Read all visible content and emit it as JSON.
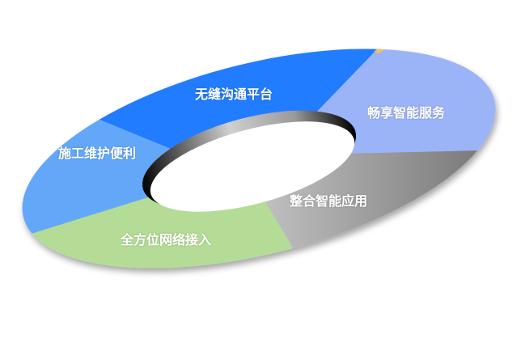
{
  "diagram": {
    "type": "ring",
    "segments": [
      {
        "id": "seamless",
        "label": "无缝沟通平台",
        "color": "#237bff"
      },
      {
        "id": "smart-service",
        "label": "畅享智能服务",
        "color": "#9bb3f7"
      },
      {
        "id": "integrated-apps",
        "label": "整合智能应用",
        "color": "#9a9a9a"
      },
      {
        "id": "network-access",
        "label": "全方位网络接入",
        "color": "#b5dc96"
      },
      {
        "id": "maintenance",
        "label": "施工维护便利",
        "color": "#64a8f8"
      }
    ]
  }
}
